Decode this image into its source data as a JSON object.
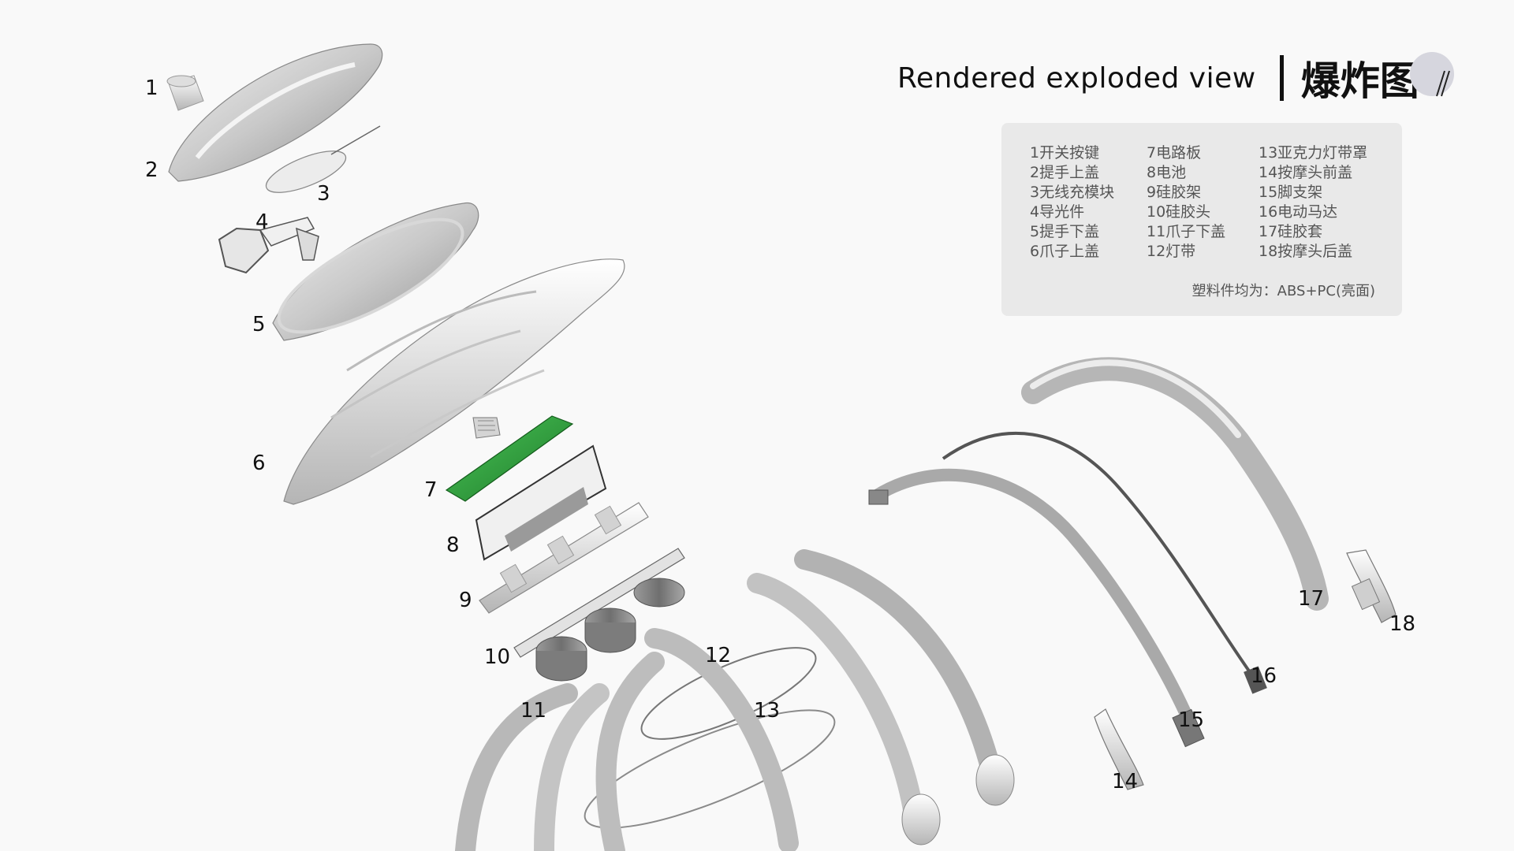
{
  "header": {
    "title_en": "Rendered exploded view",
    "title_zh": "爆炸图"
  },
  "legend": {
    "col1": [
      "1开关按键",
      "2提手上盖",
      "3无线充模块",
      "4导光件",
      "5提手下盖",
      "6爪子上盖"
    ],
    "col2": [
      "7电路板",
      "8电池",
      "9硅胶架",
      "10硅胶头",
      "11爪子下盖",
      "12灯带"
    ],
    "col3": [
      "13亚克力灯带罩",
      "14按摩头前盖",
      "15脚支架",
      "16电动马达",
      "17硅胶套",
      "18按摩头后盖"
    ],
    "note": "塑料件均为：ABS+PC(亮面)"
  },
  "callouts": [
    "1",
    "2",
    "3",
    "4",
    "5",
    "6",
    "7",
    "8",
    "9",
    "10",
    "11",
    "12",
    "13",
    "14",
    "15",
    "16",
    "17",
    "18"
  ],
  "colors": {
    "background": "#f9f9f9",
    "panel": "#e9e9e9",
    "pcb": "#2e9a3a",
    "part_gray": "#b8b8b8",
    "badge": "#d6d6de"
  }
}
